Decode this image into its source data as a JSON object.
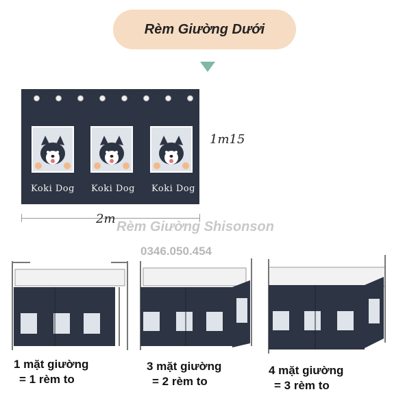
{
  "header": {
    "title": "Rèm Giường Dưới"
  },
  "curtain": {
    "label": "Koki Dog",
    "height": "1m15",
    "width": "2m"
  },
  "watermark": {
    "text": "Rèm Giường Shisonson",
    "phone": "0346.050.454"
  },
  "beds": [
    {
      "line1": "1 mặt giường",
      "line2": "= 1 rèm to"
    },
    {
      "line1": "3 mặt giường",
      "line2": "= 2 rèm to"
    },
    {
      "line1": "4 mặt giường",
      "line2": "= 3 rèm to"
    }
  ],
  "colors": {
    "curtain": "#2d3443",
    "pill": "#f6dcc2",
    "arrow": "#7fb8a7"
  }
}
